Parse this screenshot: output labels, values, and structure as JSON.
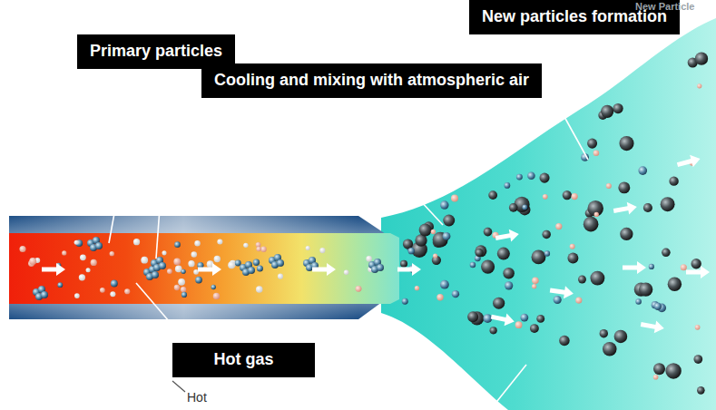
{
  "diagram": {
    "nodes": [
      {
        "text": [
          "Primary particles"
        ]
      },
      {
        "text": [
          "Cooling and mixing with atmospheric air"
        ]
      },
      {
        "text": [
          "New particles formation"
        ]
      },
      {
        "text": [
          "Hot gas"
        ]
      }
    ],
    "labels": [
      "New Particle",
      "Hot"
    ]
  }
}
